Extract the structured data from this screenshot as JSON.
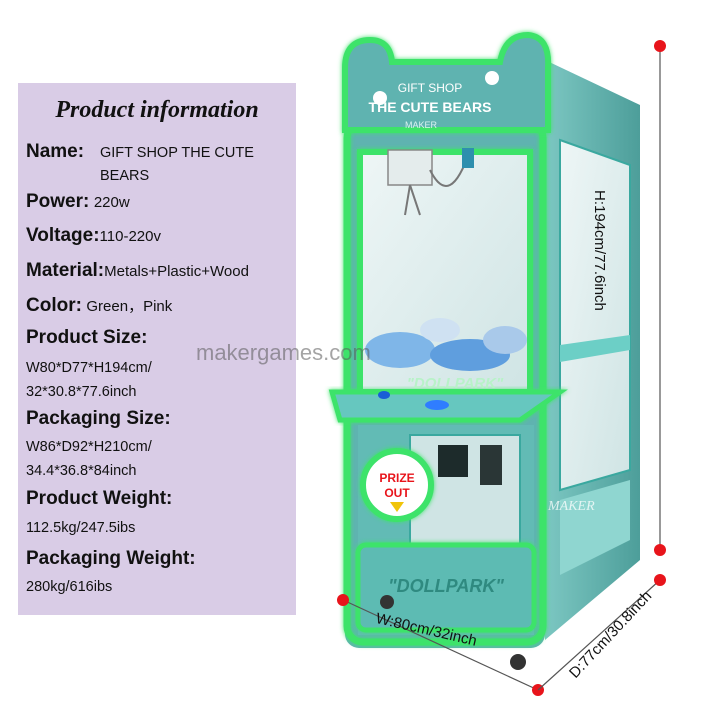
{
  "info": {
    "title": "Product information",
    "name_label": "Name:",
    "name_value_1": "GIFT SHOP THE CUTE",
    "name_value_2": "BEARS",
    "power_label": "Power:",
    "power_value": "220w",
    "voltage_label": "Voltage:",
    "voltage_value": "110-220v",
    "material_label": "Material:",
    "material_value": "Metals+Plastic+Wood",
    "color_label": "Color:",
    "color_value": "Green，Pink",
    "product_size_label": "Product Size:",
    "product_size_value_1": "W80*D77*H194cm/",
    "product_size_value_2": "32*30.8*77.6inch",
    "packaging_size_label": "Packaging Size:",
    "packaging_size_value_1": "W86*D92*H210cm/",
    "packaging_size_value_2": "34.4*36.8*84inch",
    "product_weight_label": "Product Weight:",
    "product_weight_value": "112.5kg/247.5ibs",
    "packaging_weight_label": "Packaging Weight:",
    "packaging_weight_value": "280kg/616ibs"
  },
  "machine": {
    "sign_line1": "GIFT SHOP",
    "sign_line2": "THE CUTE BEARS",
    "brand_small": "MAKER",
    "panel_text": "\"DOLLPARK\"",
    "bottom_text": "\"DOLLPARK\"",
    "prize_line1": "PRIZE",
    "prize_line2": "OUT",
    "side_brand": "MAKER"
  },
  "watermark": "makergames.com",
  "dimensions": {
    "height": "H:194cm/77.6inch",
    "width": "W:80cm/32inch",
    "depth": "D:77cm/30.8inch"
  },
  "colors": {
    "panel_bg": "#d9cce6",
    "neon_green": "#3de36a",
    "cabinet_teal": "#5fb3b0",
    "marker_red": "#e8141b"
  }
}
